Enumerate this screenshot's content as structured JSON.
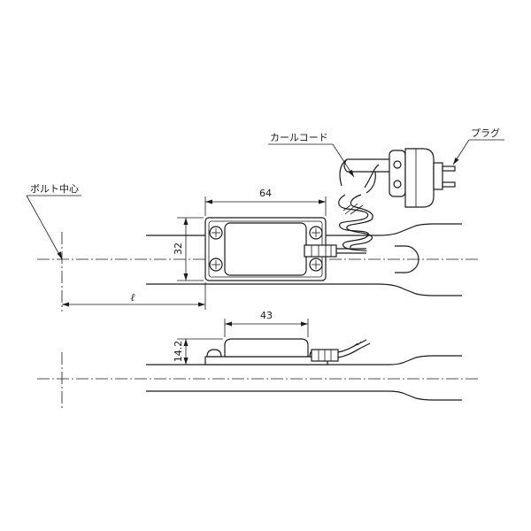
{
  "labels": {
    "bolt_center": "ボルト中心",
    "curl_cord": "カールコード",
    "plug": "プラグ"
  },
  "dimensions": {
    "width_top": "64",
    "height_top": "32",
    "distance": "ℓ",
    "width_side": "43",
    "height_side": "14.2"
  }
}
